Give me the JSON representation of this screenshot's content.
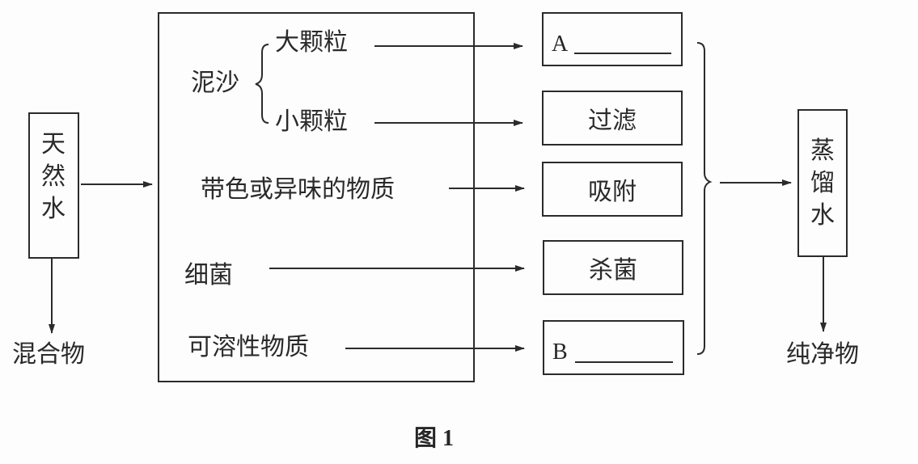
{
  "diagram": {
    "source": {
      "label_chars": [
        "天",
        "然",
        "水"
      ],
      "classification": "混合物"
    },
    "impurities": {
      "silt_group_label": "泥沙",
      "large_particles": "大颗粒",
      "small_particles": "小颗粒",
      "colored_odorous": "带色或异味的物质",
      "bacteria": "细菌",
      "soluble_substances": "可溶性物质"
    },
    "processes": [
      {
        "id": "A",
        "label": "A",
        "blank": true
      },
      {
        "id": "filter",
        "label": "过滤",
        "blank": false
      },
      {
        "id": "adsorb",
        "label": "吸附",
        "blank": false
      },
      {
        "id": "sterilize",
        "label": "杀菌",
        "blank": false
      },
      {
        "id": "B",
        "label": "B",
        "blank": true
      }
    ],
    "result": {
      "label_chars": [
        "蒸",
        "馏",
        "水"
      ],
      "classification": "纯净物"
    },
    "caption": "图 1"
  }
}
